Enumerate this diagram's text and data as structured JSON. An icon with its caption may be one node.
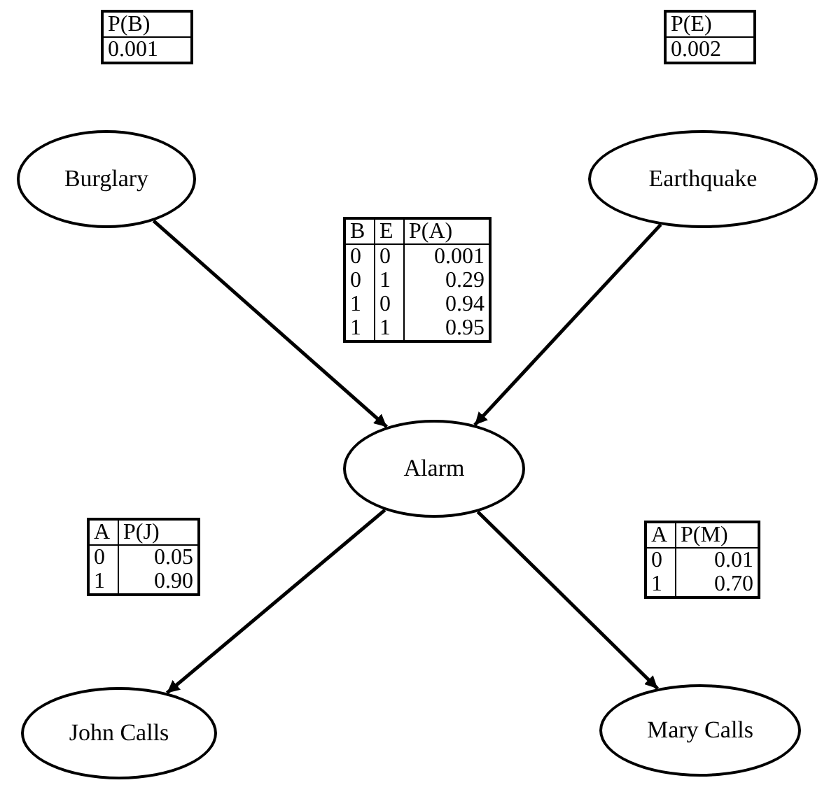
{
  "diagram": {
    "nodes": [
      {
        "text": [
          "Burglary"
        ]
      },
      {
        "text": [
          "Earthquake"
        ]
      },
      {
        "text": [
          "Alarm"
        ]
      },
      {
        "text": [
          "John Calls"
        ]
      },
      {
        "text": [
          "Mary Calls"
        ]
      }
    ],
    "edges": [
      {
        "from": 0,
        "to": 2,
        "arrow": "to"
      },
      {
        "from": 1,
        "to": 2,
        "arrow": "to"
      },
      {
        "from": 2,
        "to": 3,
        "arrow": "to"
      },
      {
        "from": 2,
        "to": 4,
        "arrow": "to"
      }
    ],
    "labels": [
      "P(B)",
      "0.001",
      "P(E)",
      "0.002",
      "B",
      "E",
      "P(A)",
      "0",
      "0",
      "0.001",
      "0",
      "1",
      "0.29",
      "1",
      "0",
      "0.94",
      "1",
      "1",
      "0.95",
      "A",
      "P(J)",
      "0",
      "0.05",
      "1",
      "0.90",
      "A",
      "P(M)",
      "0",
      "0.01",
      "1",
      "0.70"
    ]
  }
}
